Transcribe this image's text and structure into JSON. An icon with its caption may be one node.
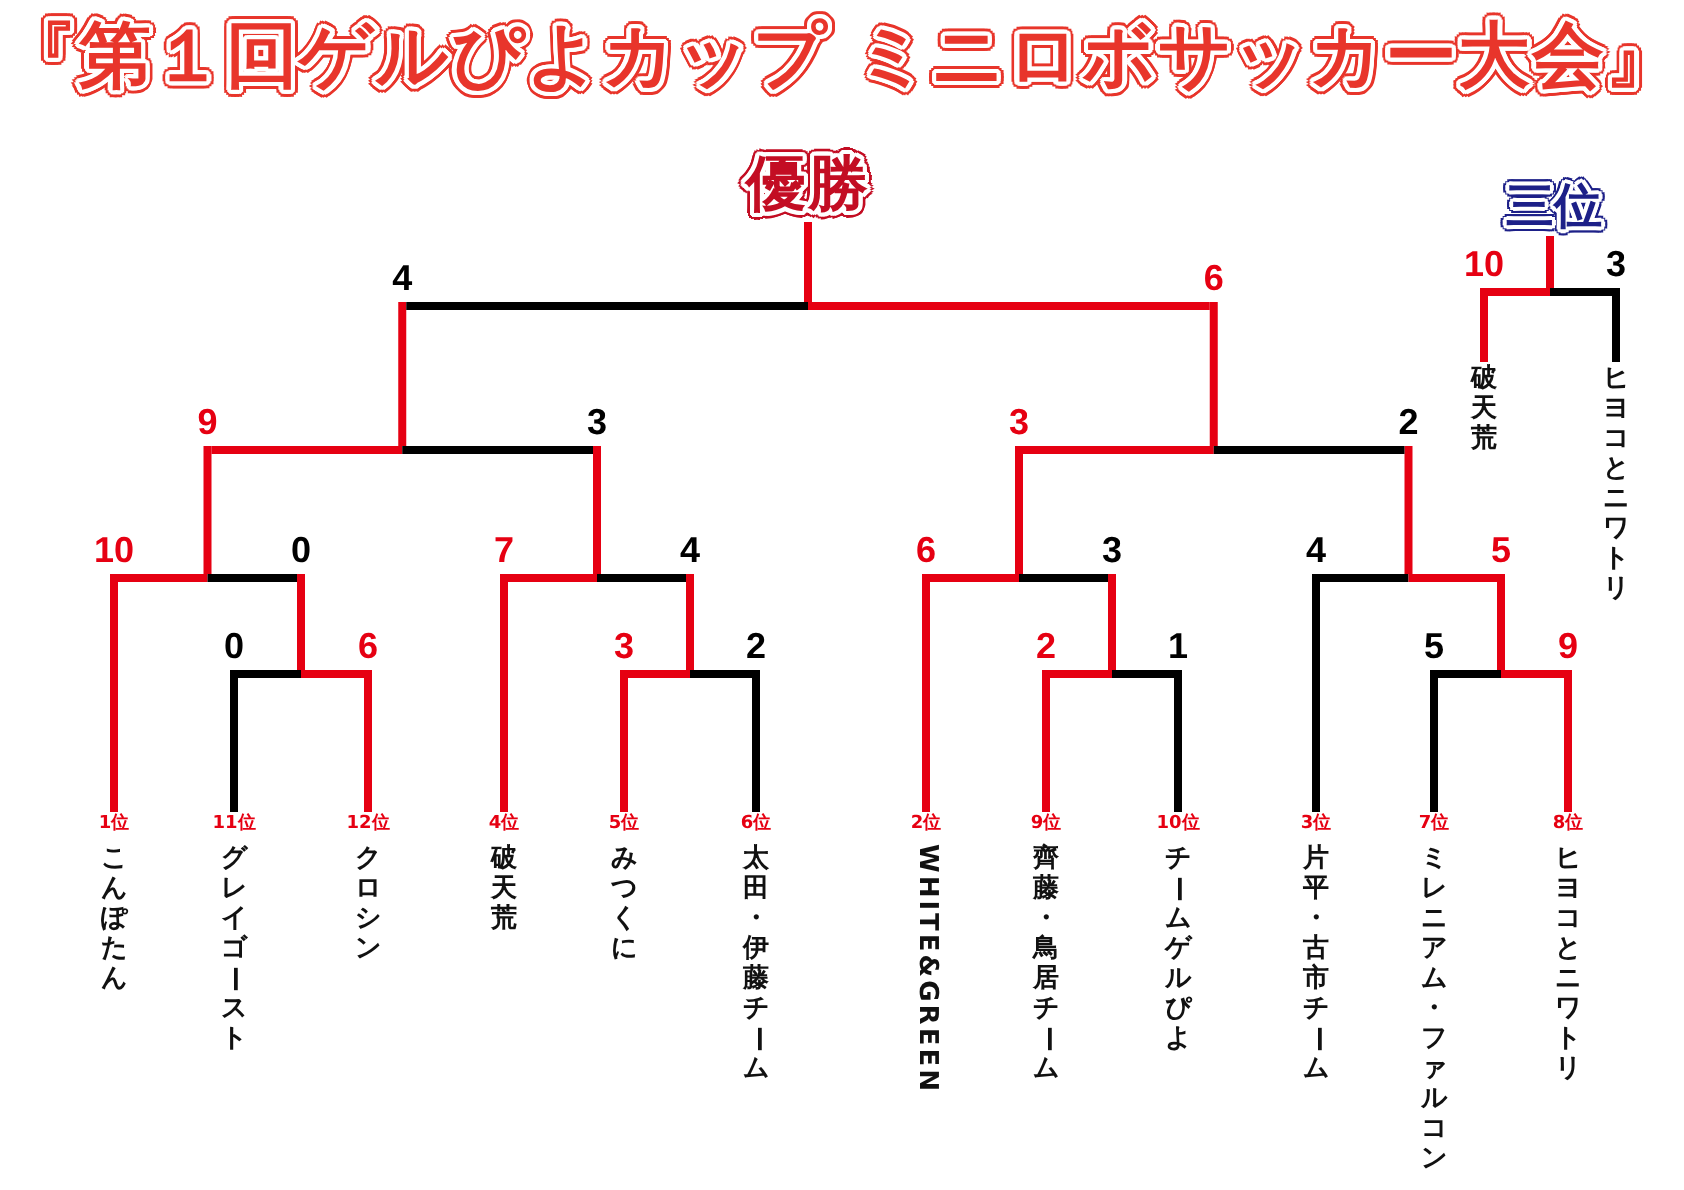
{
  "diagram": {
    "title": "『第１回ゲルぴよカップ ミニロボサッカー大会』",
    "nodes": [
      {
        "text": [
          "優勝"
        ]
      },
      {
        "text": [
          "三位"
        ]
      },
      {
        "text": [
          "破天荒"
        ]
      },
      {
        "text": [
          "ヒヨコとニワトリ"
        ]
      },
      {
        "text": [
          "こんぽたん"
        ],
        "beside": [
          "1位"
        ]
      },
      {
        "text": [
          "グレイゴースト"
        ],
        "beside": [
          "11位"
        ]
      },
      {
        "text": [
          "クロシン"
        ],
        "beside": [
          "12位"
        ]
      },
      {
        "text": [
          "破天荒"
        ],
        "beside": [
          "4位"
        ]
      },
      {
        "text": [
          "みつくに"
        ],
        "beside": [
          "5位"
        ]
      },
      {
        "text": [
          "太田・伊藤チーム"
        ],
        "beside": [
          "6位"
        ]
      },
      {
        "text": [
          "WHITE&GREEN"
        ],
        "beside": [
          "2位"
        ]
      },
      {
        "text": [
          "齊藤・鳥居チーム"
        ],
        "beside": [
          "9位"
        ]
      },
      {
        "text": [
          "チームゲルぴよ"
        ],
        "beside": [
          "10位"
        ]
      },
      {
        "text": [
          "片平・古市チーム"
        ],
        "beside": [
          "3位"
        ]
      },
      {
        "text": [
          "ミレニアム・ファルコン"
        ],
        "beside": [
          "7位"
        ]
      },
      {
        "text": [
          "ヒヨコとニワトリ"
        ],
        "beside": [
          "8位"
        ]
      }
    ],
    "edges": [
      {
        "from": 2,
        "to": 1,
        "arrow": "none",
        "color": "#e60012"
      },
      {
        "from": 3,
        "to": 1,
        "arrow": "none",
        "color": "#000000"
      },
      {
        "from": 4,
        "to": 0,
        "arrow": "none",
        "color": "#000000"
      },
      {
        "from": 5,
        "to": 0,
        "arrow": "none",
        "color": "#000000"
      },
      {
        "from": 6,
        "to": 0,
        "arrow": "none",
        "color": "#000000"
      },
      {
        "from": 7,
        "to": 0,
        "arrow": "none",
        "color": "#000000"
      },
      {
        "from": 8,
        "to": 0,
        "arrow": "none",
        "color": "#000000"
      },
      {
        "from": 9,
        "to": 0,
        "arrow": "none",
        "color": "#000000"
      },
      {
        "from": 10,
        "to": 0,
        "arrow": "none",
        "color": "#e60012"
      },
      {
        "from": 11,
        "to": 0,
        "arrow": "none",
        "color": "#e60012"
      },
      {
        "from": 12,
        "to": 0,
        "arrow": "none",
        "color": "#e60012"
      },
      {
        "from": 13,
        "to": 0,
        "arrow": "none",
        "color": "#e60012"
      },
      {
        "from": 14,
        "to": 0,
        "arrow": "none",
        "color": "#e60012"
      },
      {
        "from": 15,
        "to": 0,
        "arrow": "none",
        "color": "#e60012"
      }
    ],
    "labels": [
      "4",
      "6",
      "10",
      "3",
      "9",
      "3",
      "3",
      "2",
      "10",
      "0",
      "7",
      "4",
      "6",
      "3",
      "4",
      "5",
      "0",
      "6",
      "3",
      "2",
      "2",
      "1",
      "5",
      "9"
    ]
  }
}
